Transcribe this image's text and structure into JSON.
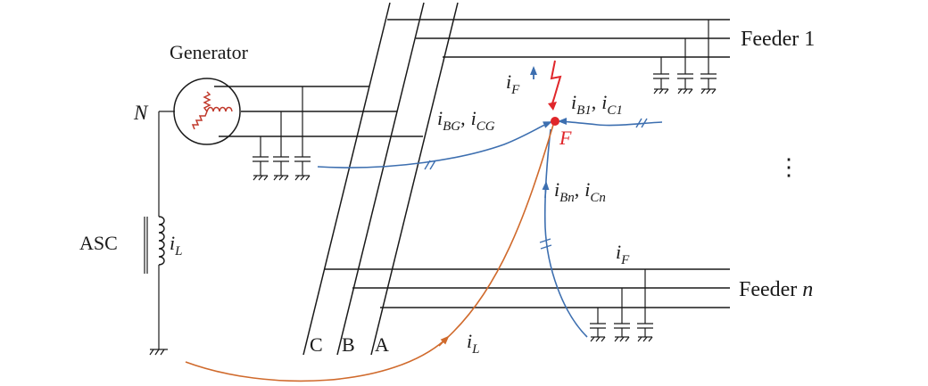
{
  "labels": {
    "generator": "Generator",
    "neutral": "N",
    "asc": "ASC",
    "feeder1": "Feeder 1",
    "feederN_prefix": "Feeder",
    "feederN_var": "n",
    "phaseC": "C",
    "phaseB": "B",
    "phaseA": "A",
    "fault": "F",
    "ellipsis": "⋮"
  },
  "currents": {
    "iL_coil": {
      "base": "i",
      "sub": "L"
    },
    "iL_bottom": {
      "base": "i",
      "sub": "L"
    },
    "iF_top": {
      "base": "i",
      "sub": "F"
    },
    "iF_feederN": {
      "base": "i",
      "sub": "F"
    },
    "iBG": {
      "base": "i",
      "sub": "BG"
    },
    "iCG": {
      "base": "i",
      "sub": "CG"
    },
    "iB1": {
      "base": "i",
      "sub": "B1"
    },
    "iC1": {
      "base": "i",
      "sub": "C1"
    },
    "iBn": {
      "base": "i",
      "sub": "Bn"
    },
    "iCn": {
      "base": "i",
      "sub": "Cn"
    },
    "sep": ","
  },
  "colors": {
    "line": "#1a1a1a",
    "capacitive_current": "#3d6fb0",
    "inductive_current": "#d06a2c",
    "fault": "#e0262a",
    "winding": "#c0392b"
  }
}
